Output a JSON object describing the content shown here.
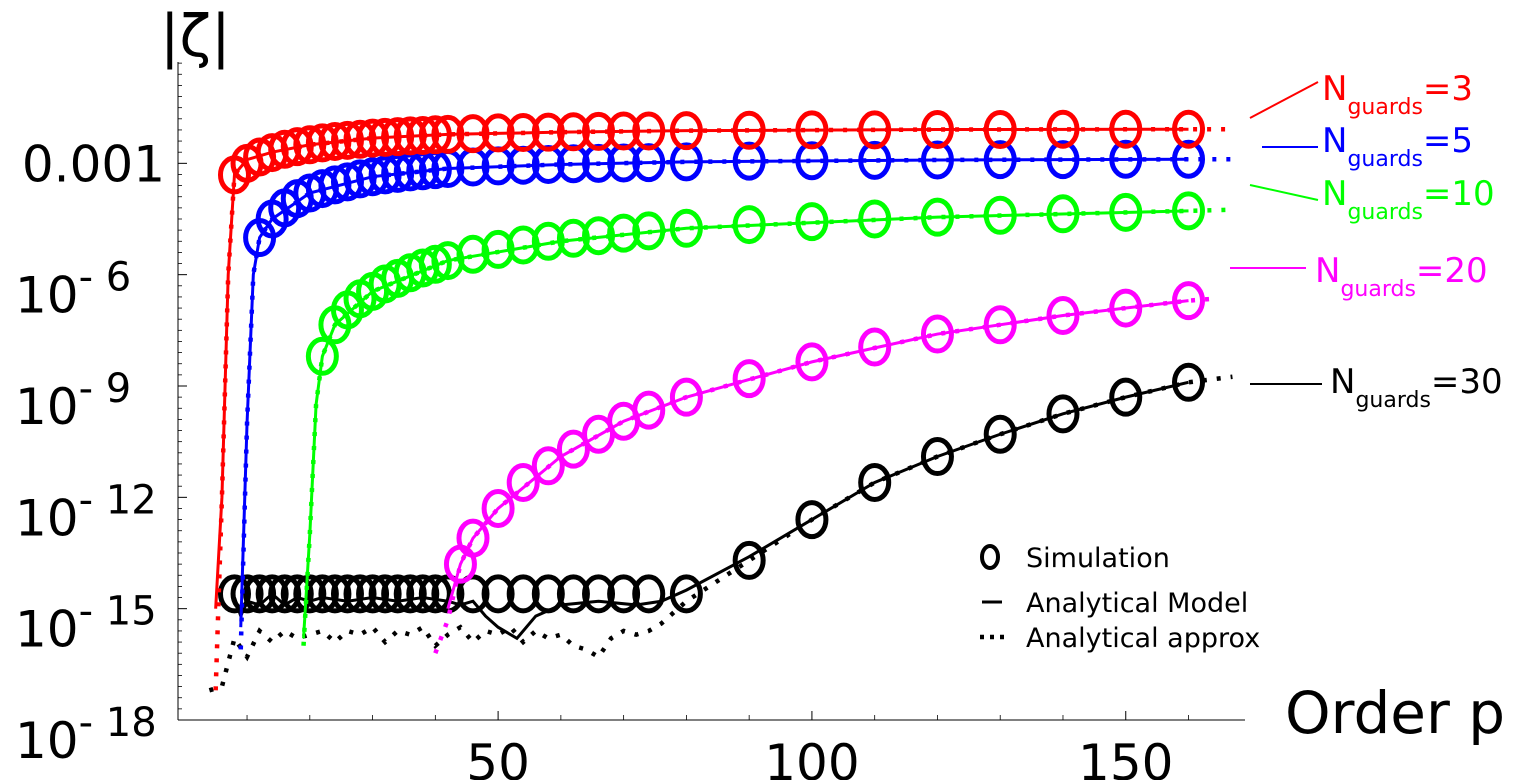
{
  "chart_data": {
    "type": "line",
    "title": "",
    "ylabel": "|ζ|",
    "xlabel": "Order p",
    "yscale": "log",
    "xlim": [
      -1,
      169
    ],
    "ylim": [
      1e-18,
      1.0
    ],
    "xticks": [
      50,
      100,
      150
    ],
    "xtick_labels": [
      "50",
      "100",
      "150"
    ],
    "yticks": [
      0.001,
      1e-06,
      1e-09,
      1e-12,
      1e-15,
      1e-18
    ],
    "ytick_labels": [
      {
        "base": "0.001",
        "sup": ""
      },
      {
        "base": "10",
        "sup": "- 6"
      },
      {
        "base": "10",
        "sup": "- 9"
      },
      {
        "base": "10",
        "sup": "- 12"
      },
      {
        "base": "10",
        "sup": "- 15"
      },
      {
        "base": "10",
        "sup": "- 18"
      }
    ],
    "grid": false,
    "legend_position": "bottom-right",
    "legend": [
      {
        "marker": "o",
        "label": "Simulation"
      },
      {
        "marker": "solid",
        "label": "Analytical Model"
      },
      {
        "marker": "dotted",
        "label": "Analytical approx"
      }
    ],
    "series": [
      {
        "name": "N_guards=3",
        "label_main": "N",
        "label_sub": "guards",
        "label_tail": "=3",
        "color": "#ff0000",
        "sim_x": [
          8,
          10,
          12,
          14,
          16,
          18,
          20,
          22,
          24,
          26,
          28,
          30,
          32,
          34,
          36,
          38,
          40,
          42,
          46,
          50,
          54,
          58,
          62,
          66,
          70,
          74,
          80,
          90,
          100,
          110,
          120,
          130,
          140,
          150,
          160
        ],
        "sim_log10": [
          -3.31,
          -3.0,
          -2.83,
          -2.71,
          -2.62,
          -2.55,
          -2.5,
          -2.45,
          -2.41,
          -2.38,
          -2.35,
          -2.32,
          -2.3,
          -2.28,
          -2.26,
          -2.25,
          -2.23,
          -2.22,
          -2.2,
          -2.18,
          -2.17,
          -2.16,
          -2.15,
          -2.14,
          -2.13,
          -2.13,
          -2.12,
          -2.11,
          -2.1,
          -2.1,
          -2.09,
          -2.09,
          -2.08,
          -2.08,
          -2.08
        ],
        "model_x": [
          5,
          6,
          7,
          8,
          10,
          14,
          20,
          30,
          42,
          60,
          80,
          120,
          160
        ],
        "model_log10": [
          -15,
          -12,
          -6,
          -3.3,
          -2.9,
          -2.7,
          -2.5,
          -2.32,
          -2.22,
          -2.16,
          -2.12,
          -2.09,
          -2.08
        ],
        "approx_x": [
          5,
          6,
          7,
          8,
          10,
          14,
          20,
          30,
          42,
          60,
          80,
          120,
          160,
          167
        ],
        "approx_log10": [
          -17.2,
          -12,
          -6,
          -3.3,
          -2.9,
          -2.7,
          -2.5,
          -2.32,
          -2.22,
          -2.16,
          -2.12,
          -2.09,
          -2.08,
          -2.08
        ]
      },
      {
        "name": "N_guards=5",
        "label_main": "N",
        "label_sub": "guards",
        "label_tail": "=5",
        "color": "#0000ff",
        "sim_x": [
          12,
          14,
          16,
          18,
          20,
          22,
          24,
          26,
          28,
          30,
          32,
          34,
          36,
          38,
          40,
          42,
          46,
          50,
          54,
          58,
          62,
          66,
          70,
          74,
          80,
          90,
          100,
          110,
          120,
          130,
          140,
          150,
          160
        ],
        "sim_log10": [
          -5.0,
          -4.5,
          -4.2,
          -3.95,
          -3.8,
          -3.68,
          -3.58,
          -3.5,
          -3.42,
          -3.36,
          -3.31,
          -3.27,
          -3.23,
          -3.2,
          -3.17,
          -3.14,
          -3.1,
          -3.07,
          -3.05,
          -3.03,
          -3.01,
          -3.0,
          -2.99,
          -2.98,
          -2.96,
          -2.94,
          -2.93,
          -2.92,
          -2.91,
          -2.9,
          -2.9,
          -2.89,
          -2.89
        ],
        "model_x": [
          9,
          10,
          11,
          12,
          14,
          20,
          30,
          42,
          60,
          80,
          120,
          160
        ],
        "model_log10": [
          -15.5,
          -10,
          -6,
          -5.0,
          -4.5,
          -3.8,
          -3.36,
          -3.14,
          -3.03,
          -2.96,
          -2.91,
          -2.89
        ],
        "approx_x": [
          9,
          10,
          11,
          12,
          14,
          20,
          30,
          42,
          60,
          80,
          120,
          160,
          167
        ],
        "approx_log10": [
          -16.1,
          -10,
          -6,
          -5.0,
          -4.5,
          -3.8,
          -3.36,
          -3.14,
          -3.03,
          -2.96,
          -2.91,
          -2.89,
          -2.89
        ]
      },
      {
        "name": "N_guards=10",
        "label_main": "N",
        "label_sub": "guards",
        "label_tail": "=10",
        "color": "#00ff00",
        "sim_x": [
          22,
          24,
          26,
          28,
          30,
          32,
          34,
          36,
          38,
          40,
          42,
          46,
          50,
          54,
          58,
          62,
          66,
          70,
          74,
          80,
          90,
          100,
          110,
          120,
          130,
          140,
          150,
          160
        ],
        "sim_log10": [
          -8.2,
          -7.35,
          -6.95,
          -6.65,
          -6.45,
          -6.25,
          -6.1,
          -5.95,
          -5.82,
          -5.72,
          -5.62,
          -5.45,
          -5.32,
          -5.2,
          -5.1,
          -5.02,
          -4.95,
          -4.88,
          -4.82,
          -4.75,
          -4.65,
          -4.57,
          -4.5,
          -4.45,
          -4.4,
          -4.36,
          -4.32,
          -4.28
        ],
        "model_x": [
          19,
          20,
          21,
          22,
          24,
          30,
          42,
          60,
          80,
          120,
          160
        ],
        "model_log10": [
          -15.8,
          -13,
          -9.5,
          -8.2,
          -7.35,
          -6.45,
          -5.62,
          -5.1,
          -4.75,
          -4.45,
          -4.28
        ],
        "approx_x": [
          19,
          20,
          21,
          22,
          24,
          30,
          42,
          60,
          80,
          120,
          160,
          167
        ],
        "approx_log10": [
          -16.0,
          -13,
          -9.5,
          -8.2,
          -7.35,
          -6.45,
          -5.62,
          -5.1,
          -4.75,
          -4.45,
          -4.28,
          -4.25
        ]
      },
      {
        "name": "N_guards=20",
        "label_main": "N",
        "label_sub": "guards",
        "label_tail": "=20",
        "color": "#ff00ff",
        "sim_x": [
          44,
          46,
          50,
          54,
          58,
          62,
          66,
          70,
          74,
          80,
          90,
          100,
          110,
          120,
          130,
          140,
          150,
          160
        ],
        "sim_log10": [
          -13.8,
          -13.1,
          -12.3,
          -11.6,
          -11.15,
          -10.7,
          -10.3,
          -9.95,
          -9.65,
          -9.3,
          -8.8,
          -8.35,
          -7.95,
          -7.6,
          -7.35,
          -7.1,
          -6.9,
          -6.7
        ],
        "model_x": [
          42,
          44,
          46,
          50,
          60,
          70,
          80,
          100,
          120,
          140,
          160
        ],
        "model_log10": [
          -15,
          -13.8,
          -13.1,
          -12.3,
          -10.9,
          -9.95,
          -9.3,
          -8.35,
          -7.6,
          -7.1,
          -6.7
        ],
        "approx_x": [
          40,
          42,
          44,
          46,
          50,
          60,
          70,
          80,
          100,
          120,
          140,
          160,
          164
        ],
        "approx_log10": [
          -16.2,
          -15.3,
          -13.8,
          -13.1,
          -12.3,
          -10.9,
          -9.95,
          -9.3,
          -8.35,
          -7.6,
          -7.1,
          -6.7,
          -6.65
        ]
      },
      {
        "name": "N_guards=30",
        "label_main": "N",
        "label_sub": "guards",
        "label_tail": "=30",
        "color": "#000000",
        "sim_x": [
          8,
          10,
          12,
          14,
          16,
          18,
          20,
          22,
          24,
          26,
          28,
          30,
          32,
          34,
          36,
          38,
          40,
          42,
          46,
          50,
          54,
          58,
          62,
          66,
          70,
          74,
          80,
          90,
          100,
          110,
          120,
          130,
          140,
          150,
          160
        ],
        "sim_log10": [
          -14.6,
          -14.6,
          -14.6,
          -14.6,
          -14.6,
          -14.6,
          -14.6,
          -14.6,
          -14.6,
          -14.6,
          -14.6,
          -14.6,
          -14.6,
          -14.6,
          -14.6,
          -14.6,
          -14.6,
          -14.6,
          -14.6,
          -14.6,
          -14.6,
          -14.6,
          -14.6,
          -14.6,
          -14.6,
          -14.6,
          -14.6,
          -13.7,
          -12.6,
          -11.6,
          -10.9,
          -10.3,
          -9.75,
          -9.3,
          -8.9
        ],
        "model_x": [
          8,
          9,
          10,
          12,
          14,
          16,
          18,
          20,
          22,
          26,
          30,
          34,
          38,
          42,
          44,
          46,
          48,
          50,
          53,
          56,
          60,
          66,
          72,
          76,
          80,
          90,
          100,
          110,
          120,
          130,
          140,
          150,
          160
        ],
        "model_log10": [
          -14.7,
          -15.2,
          -14.8,
          -14.9,
          -14.6,
          -14.9,
          -14.7,
          -14.8,
          -14.7,
          -14.8,
          -14.7,
          -14.8,
          -14.7,
          -14.8,
          -14.9,
          -14.8,
          -15.2,
          -15.5,
          -15.8,
          -15.2,
          -14.9,
          -14.8,
          -14.9,
          -14.8,
          -14.5,
          -13.6,
          -12.6,
          -11.6,
          -10.9,
          -10.3,
          -9.75,
          -9.3,
          -8.9
        ],
        "approx_x": [
          4,
          6,
          8,
          10,
          12,
          14,
          16,
          18,
          20,
          22,
          24,
          26,
          28,
          30,
          32,
          34,
          36,
          38,
          40,
          42,
          44,
          46,
          48,
          50,
          52,
          54,
          56,
          58,
          60,
          62,
          64,
          66,
          68,
          70,
          72,
          74,
          76,
          80,
          90,
          100,
          110,
          120,
          130,
          140,
          150,
          160,
          167
        ],
        "approx_log10": [
          -17.2,
          -17.1,
          -15.8,
          -16.3,
          -15.6,
          -15.9,
          -15.6,
          -15.8,
          -15.7,
          -15.6,
          -15.9,
          -15.6,
          -15.7,
          -15.5,
          -15.9,
          -15.6,
          -15.7,
          -15.5,
          -16.0,
          -15.7,
          -15.5,
          -15.9,
          -15.6,
          -15.7,
          -15.5,
          -15.9,
          -15.6,
          -15.8,
          -15.7,
          -16.0,
          -16.1,
          -16.3,
          -15.8,
          -15.6,
          -15.7,
          -15.6,
          -15.4,
          -14.8,
          -13.7,
          -12.6,
          -11.6,
          -10.9,
          -10.3,
          -9.75,
          -9.3,
          -8.9,
          -8.75
        ]
      }
    ]
  }
}
